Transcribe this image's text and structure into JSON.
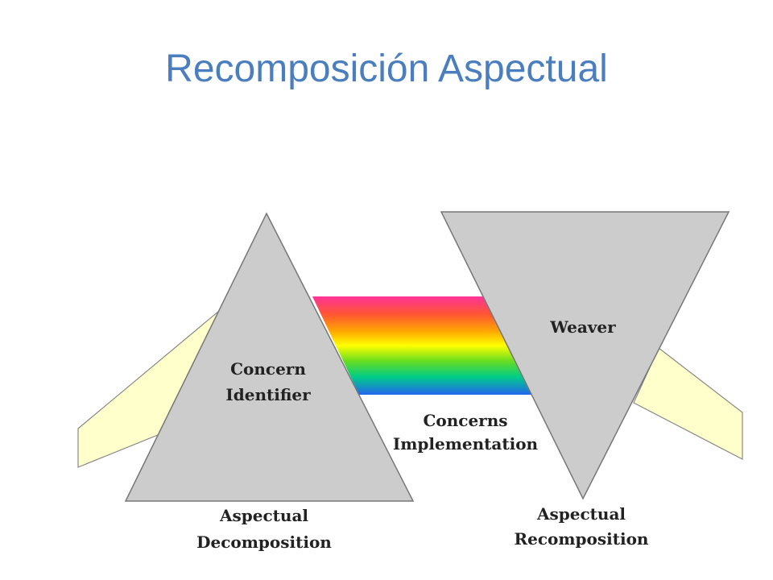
{
  "slide": {
    "title": "Recomposición Aspectual"
  },
  "diagram": {
    "left_prism_label": [
      "Concern",
      "Identifier"
    ],
    "right_prism_label": "Weaver",
    "center_label": [
      "Concerns",
      "Implementation"
    ],
    "left_caption": [
      "Aspectual",
      "Decomposition"
    ],
    "right_caption": [
      "Aspectual",
      "Recomposition"
    ],
    "colors": {
      "prism_fill": "#cccccc",
      "prism_stroke": "#777777",
      "beam_fill": "#ffffcc",
      "title": "#4a7ebf"
    }
  }
}
